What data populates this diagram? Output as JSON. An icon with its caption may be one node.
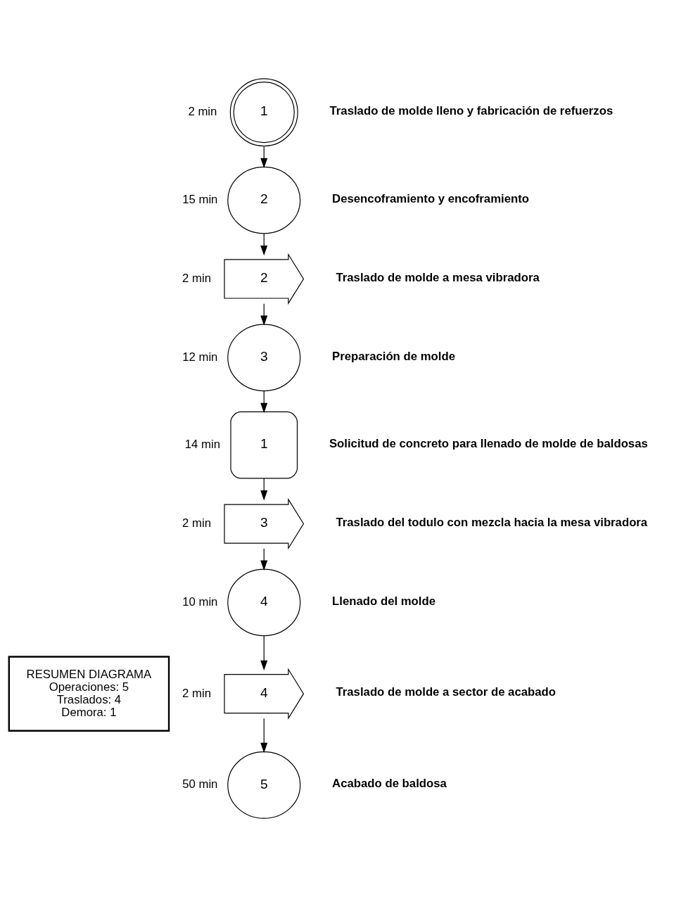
{
  "diagram": {
    "nodes": [
      {
        "text": [
          "1"
        ],
        "beside": [
          "2 min",
          "Traslado de molde lleno y fabricación de refuerzos"
        ]
      },
      {
        "text": [
          "2"
        ],
        "beside": [
          "15 min",
          "Desencoframiento y encoframiento"
        ]
      },
      {
        "text": [
          "2"
        ],
        "beside": [
          "2 min",
          "Traslado de molde a mesa vibradora"
        ]
      },
      {
        "text": [
          "3"
        ],
        "beside": [
          "12 min",
          "Preparación de molde"
        ]
      },
      {
        "text": [
          "1"
        ],
        "beside": [
          "14 min",
          "Solicitud de concreto para llenado de molde de baldosas"
        ]
      },
      {
        "text": [
          "3"
        ],
        "beside": [
          "2 min",
          "Traslado del todulo con mezcla hacia la mesa vibradora"
        ]
      },
      {
        "text": [
          "4"
        ],
        "beside": [
          "10 min",
          "Llenado del molde"
        ]
      },
      {
        "text": [
          "4"
        ],
        "beside": [
          "2 min",
          "Traslado de molde a sector de acabado"
        ]
      },
      {
        "text": [
          "5"
        ],
        "beside": [
          "50 min",
          "Acabado de baldosa"
        ]
      },
      {
        "text": [
          "RESUMEN DIAGRAMA",
          "Operaciones: 5",
          "Traslados: 4",
          "Demora: 1"
        ]
      }
    ],
    "edges": [
      {
        "from": 0,
        "to": 1,
        "arrow": "to"
      },
      {
        "from": 1,
        "to": 2,
        "arrow": "to"
      },
      {
        "from": 2,
        "to": 3,
        "arrow": "to"
      },
      {
        "from": 3,
        "to": 4,
        "arrow": "to"
      },
      {
        "from": 4,
        "to": 5,
        "arrow": "to"
      },
      {
        "from": 5,
        "to": 6,
        "arrow": "to"
      },
      {
        "from": 6,
        "to": 7,
        "arrow": "to"
      },
      {
        "from": 7,
        "to": 8,
        "arrow": "to"
      }
    ]
  }
}
